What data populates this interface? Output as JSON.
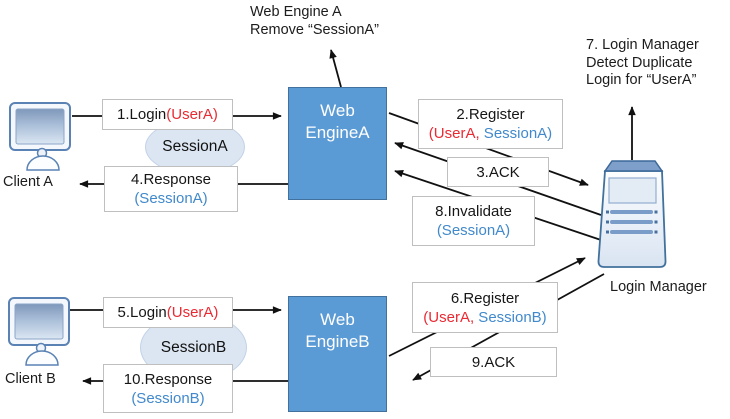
{
  "notes": {
    "engine_a": {
      "line1": "Web Engine A",
      "line2": "Remove “SessionA”"
    },
    "manager": {
      "line1": "7. Login Manager",
      "line2": "Detect Duplicate",
      "line3": "Login for “UserA”"
    }
  },
  "nodes": {
    "client_a": "Client A",
    "client_b": "Client B",
    "engine_a": {
      "line1": "Web",
      "line2": "EngineA"
    },
    "engine_b": {
      "line1": "Web",
      "line2": "EngineB"
    },
    "login_manager": "Login Manager"
  },
  "sessions": {
    "a": "SessionA",
    "b": "SessionB"
  },
  "messages": {
    "m1": {
      "text": "1.Login",
      "arg": "(UserA)"
    },
    "m2": {
      "text": "2.Register",
      "arg_user": "(UserA,",
      "arg_session": " SessionA)"
    },
    "m3": {
      "text": "3.ACK"
    },
    "m4": {
      "text": "4.Response",
      "arg": "(SessionA)"
    },
    "m5": {
      "text": "5.Login",
      "arg": "(UserA)"
    },
    "m6": {
      "text": "6.Register",
      "arg_user": "(UserA,",
      "arg_session": " SessionB)"
    },
    "m8": {
      "text": "8.Invalidate",
      "arg": "(SessionA)"
    },
    "m9": {
      "text": "9.ACK"
    },
    "m10": {
      "text": "10.Response",
      "arg": "(SessionB)"
    }
  },
  "colors": {
    "engine_fill": "#5B9BD5",
    "engine_border": "#41719C",
    "user_red": "#EA2A33",
    "session_blue": "#4189CC",
    "session_ellipse_fill": "#DCE6F2",
    "arrow_black": "#111111"
  }
}
